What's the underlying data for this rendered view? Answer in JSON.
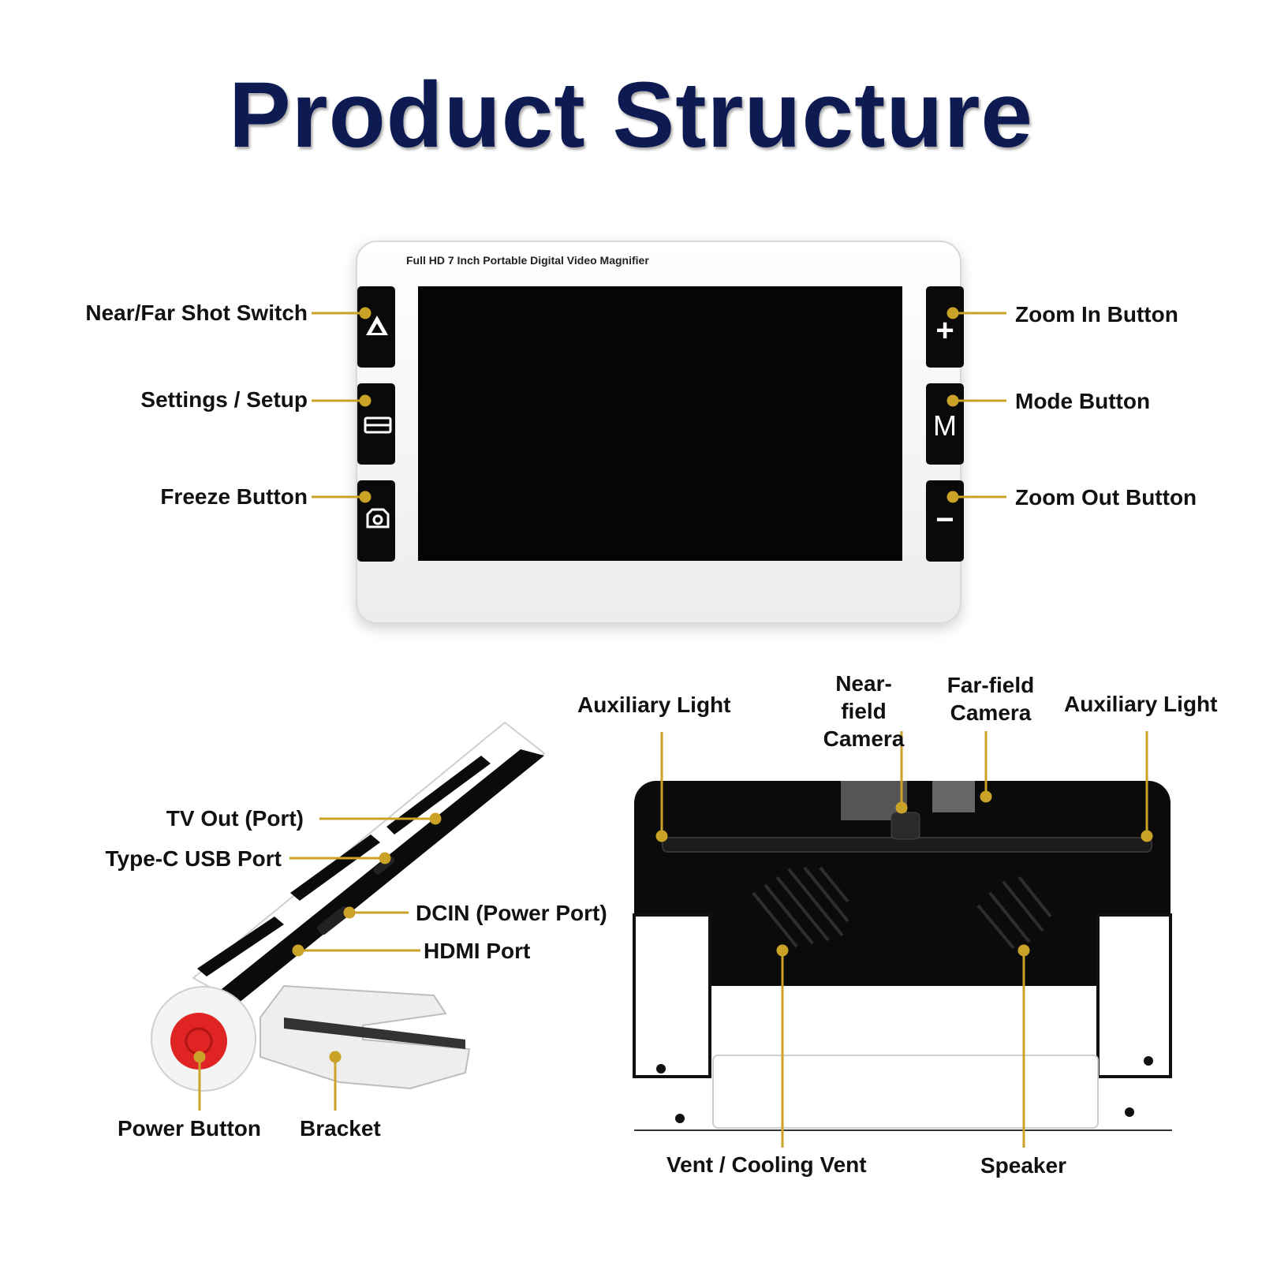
{
  "title": "Product Structure",
  "device_caption": "Full HD 7 Inch Portable Digital Video Magnifier",
  "colors": {
    "title": "#0e1a52",
    "leader_line": "#c9a227",
    "device_body": "#ffffff",
    "screen": "#050505",
    "power_button": "#e02424"
  },
  "front_view": {
    "left_labels": [
      "Near/Far Shot Switch",
      "Settings / Setup",
      "Freeze Button"
    ],
    "right_labels": [
      "Zoom In Button",
      "Mode Button",
      "Zoom Out Button"
    ],
    "left_button_icons": [
      "near-far-icon",
      "menu-lines-icon",
      "camera-icon"
    ],
    "right_button_glyphs": [
      "+",
      "M",
      "−"
    ]
  },
  "side_view": {
    "labels": [
      "TV Out (Port)",
      "Type-C USB Port",
      "DCIN (Power Port)",
      "HDMI Port",
      "Power Button",
      "Bracket"
    ]
  },
  "back_view": {
    "top_labels": [
      "Auxiliary Light",
      "Near-field Camera",
      "Far-field Camera",
      "Auxiliary Light"
    ],
    "bottom_labels": [
      "Vent / Cooling Vent",
      "Speaker"
    ]
  }
}
